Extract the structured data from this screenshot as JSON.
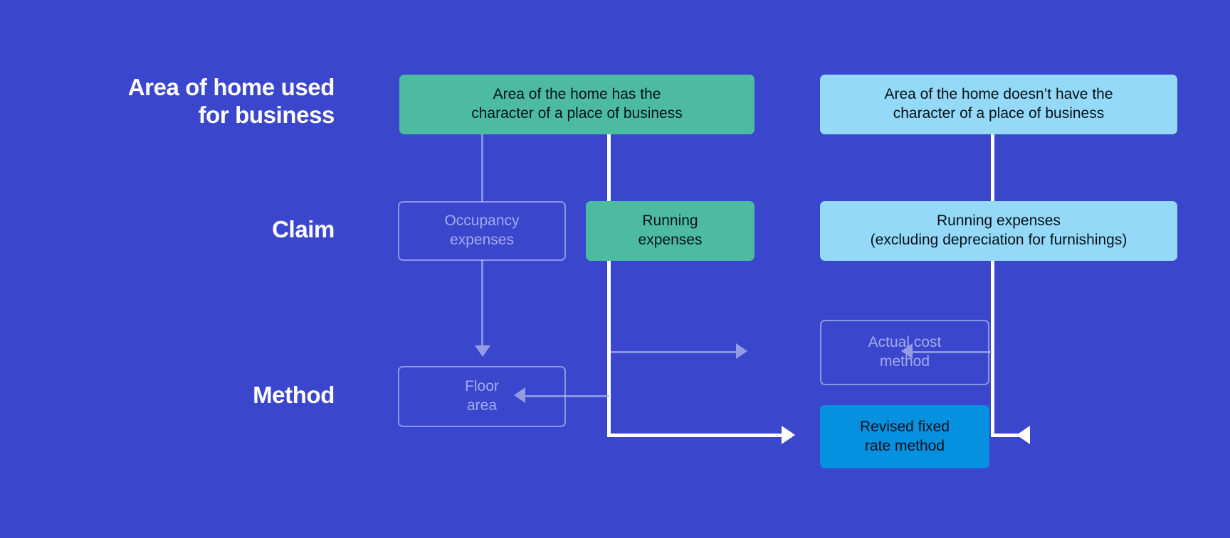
{
  "diagram": {
    "background_color": "#3a46cc",
    "rows": [
      {
        "id": "row-area",
        "label": "Area of home used\nfor business"
      },
      {
        "id": "row-claim",
        "label": "Claim"
      },
      {
        "id": "row-method",
        "label": "Method"
      }
    ],
    "nodes": [
      {
        "id": "box-top-left",
        "text": "Area of the home has the\ncharacter of a place of business",
        "style": "green",
        "color": "#4cbba2",
        "row": "row-area"
      },
      {
        "id": "box-top-right",
        "text": "Area of the home doesn’t have the\ncharacter of a place of business",
        "style": "lightblue",
        "color": "#94d9f7",
        "row": "row-area"
      },
      {
        "id": "box-occupancy",
        "text": "Occupancy\nexpenses",
        "style": "ghost",
        "color": "#bec6f5",
        "row": "row-claim"
      },
      {
        "id": "box-running",
        "text": "Running\nexpenses",
        "style": "green",
        "color": "#4cbba2",
        "row": "row-claim"
      },
      {
        "id": "box-running-excl",
        "text": "Running expenses\n(excluding depreciation for furnishings)",
        "style": "lightblue",
        "color": "#94d9f7",
        "row": "row-claim"
      },
      {
        "id": "box-actual-cost",
        "text": "Actual cost\nmethod",
        "style": "ghost",
        "color": "#bec6f5",
        "row": "row-method"
      },
      {
        "id": "box-floor-area",
        "text": "Floor\narea",
        "style": "ghost",
        "color": "#bec6f5",
        "row": "row-method"
      },
      {
        "id": "box-revised",
        "text": "Revised fixed\nrate method",
        "style": "vivid",
        "color": "#0690e0",
        "row": "row-method"
      }
    ],
    "connectors": [
      {
        "id": "v-left-a",
        "from": "box-top-left",
        "to": "box-occupancy",
        "style": "ghost"
      },
      {
        "id": "v-left-b",
        "from": "box-occupancy",
        "to": "box-floor-area",
        "style": "ghost",
        "arrow": "down"
      },
      {
        "id": "v-mid",
        "from": "box-top-left",
        "to": "box-revised",
        "style": "white"
      },
      {
        "id": "h-mid-bottom",
        "from": "box-running",
        "to": "box-revised",
        "style": "white",
        "arrow": "right"
      },
      {
        "id": "h-mid-right",
        "from": "box-running",
        "to": "box-actual-cost",
        "style": "ghost",
        "arrow": "right"
      },
      {
        "id": "h-mid-left",
        "from": "box-running",
        "to": "box-floor-area",
        "style": "ghost",
        "arrow": "left"
      },
      {
        "id": "v-right-a",
        "from": "box-top-right",
        "to": "box-running-excl",
        "style": "white"
      },
      {
        "id": "v-right-b",
        "from": "box-running-excl",
        "to": "box-revised",
        "style": "white"
      },
      {
        "id": "h-right-bottom",
        "from": "box-running-excl",
        "to": "box-revised",
        "style": "white",
        "arrow": "left"
      },
      {
        "id": "h-right-ghost",
        "from": "box-running-excl",
        "to": "box-actual-cost",
        "style": "ghost",
        "arrow": "left"
      }
    ]
  }
}
